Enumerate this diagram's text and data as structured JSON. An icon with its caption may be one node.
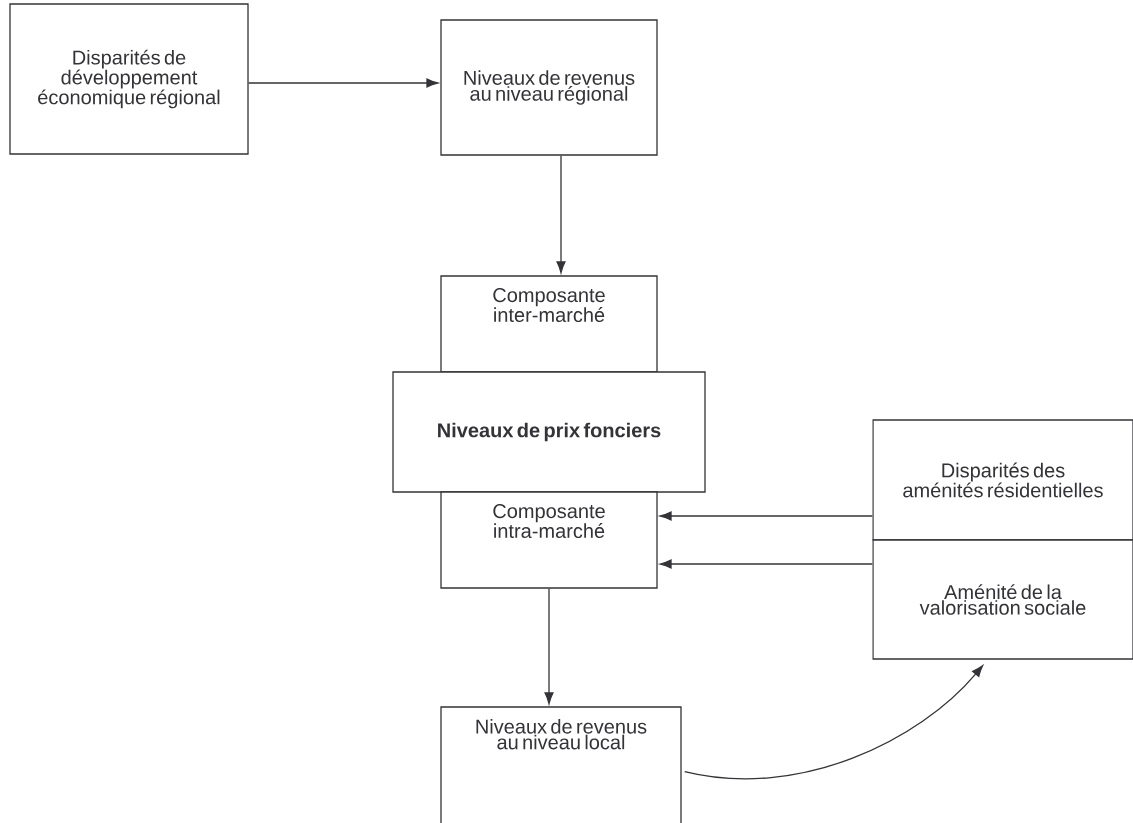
{
  "diagram": {
    "nodes": [
      {
        "text": [
          "Disparités de développement économique régional"
        ]
      },
      {
        "text": [
          "Niveaux de revenus au niveau régional"
        ]
      },
      {
        "text": [
          "Composante inter-marché"
        ]
      },
      {
        "text": [
          "Niveaux de prix fonciers"
        ]
      },
      {
        "text": [
          "Composante intra-marché"
        ]
      },
      {
        "text": [
          "Disparités des aménités résidentielles"
        ]
      },
      {
        "text": [
          "Aménité de la valorisation sociale"
        ]
      },
      {
        "text": [
          "Niveaux de revenus au niveau local"
        ]
      }
    ],
    "edges": [
      {
        "from": 0,
        "to": 1,
        "arrow": "to"
      },
      {
        "from": 1,
        "to": 2,
        "arrow": "to"
      },
      {
        "from": 5,
        "to": 4,
        "arrow": "to"
      },
      {
        "from": 6,
        "to": 4,
        "arrow": "to"
      },
      {
        "from": 4,
        "to": 7,
        "arrow": "to"
      },
      {
        "from": 7,
        "to": 6,
        "arrow": "to"
      }
    ]
  }
}
